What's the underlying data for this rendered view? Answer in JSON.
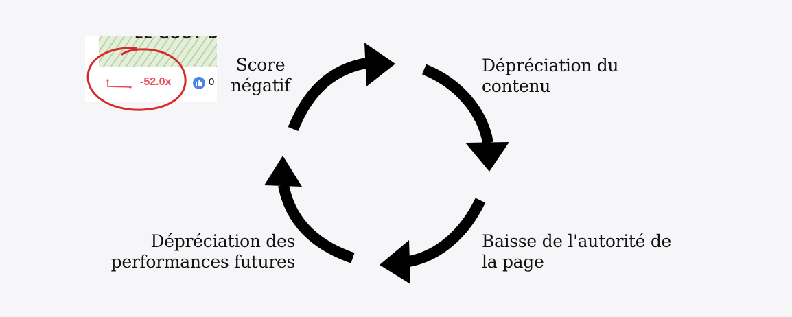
{
  "diagram": {
    "nodes": [
      {
        "id": "score",
        "lines": [
          "Score",
          "négatif"
        ]
      },
      {
        "id": "contenu",
        "lines": [
          "Dépréciation du",
          "contenu"
        ]
      },
      {
        "id": "autorite",
        "lines": [
          "Baisse de l'autorité de",
          "la page"
        ]
      },
      {
        "id": "performances",
        "lines": [
          "Dépréciation des",
          "performances futures"
        ]
      }
    ],
    "arrows": [
      {
        "from": "performances",
        "to": "score"
      },
      {
        "from": "score",
        "to": "contenu"
      },
      {
        "from": "contenu",
        "to": "autorite"
      },
      {
        "from": "autorite",
        "to": "performances"
      }
    ],
    "arrow_color": "#000000"
  },
  "inset": {
    "banner_text": "LE GOUT D",
    "score_value": "-52.0x",
    "score_color": "#e94b5a",
    "like_count": "0",
    "like_icon": "thumbs-up-icon",
    "annotation_color": "#d62b2b"
  }
}
